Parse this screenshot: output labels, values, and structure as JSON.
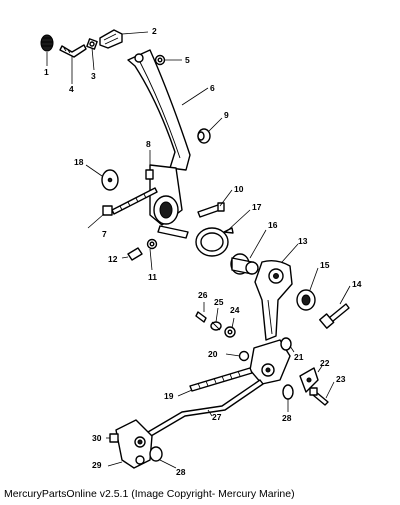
{
  "caption": "MercuryPartsOnline v2.5.1 (Image Copyright- Mercury Marine)",
  "callouts": {
    "c1": "1",
    "c2": "2",
    "c3": "3",
    "c4": "4",
    "c5": "5",
    "c6": "6",
    "c7": "7",
    "c8": "8",
    "c9": "9",
    "c10": "10",
    "c11": "11",
    "c12": "12",
    "c13": "13",
    "c14": "14",
    "c15": "15",
    "c16": "16",
    "c17": "17",
    "c18": "18",
    "c19": "19",
    "c20": "20",
    "c21": "21",
    "c22": "22",
    "c23": "23",
    "c24": "24",
    "c25": "25",
    "c26": "26",
    "c27": "27",
    "c28a": "28",
    "c28b": "28",
    "c29": "29",
    "c30": "30"
  }
}
